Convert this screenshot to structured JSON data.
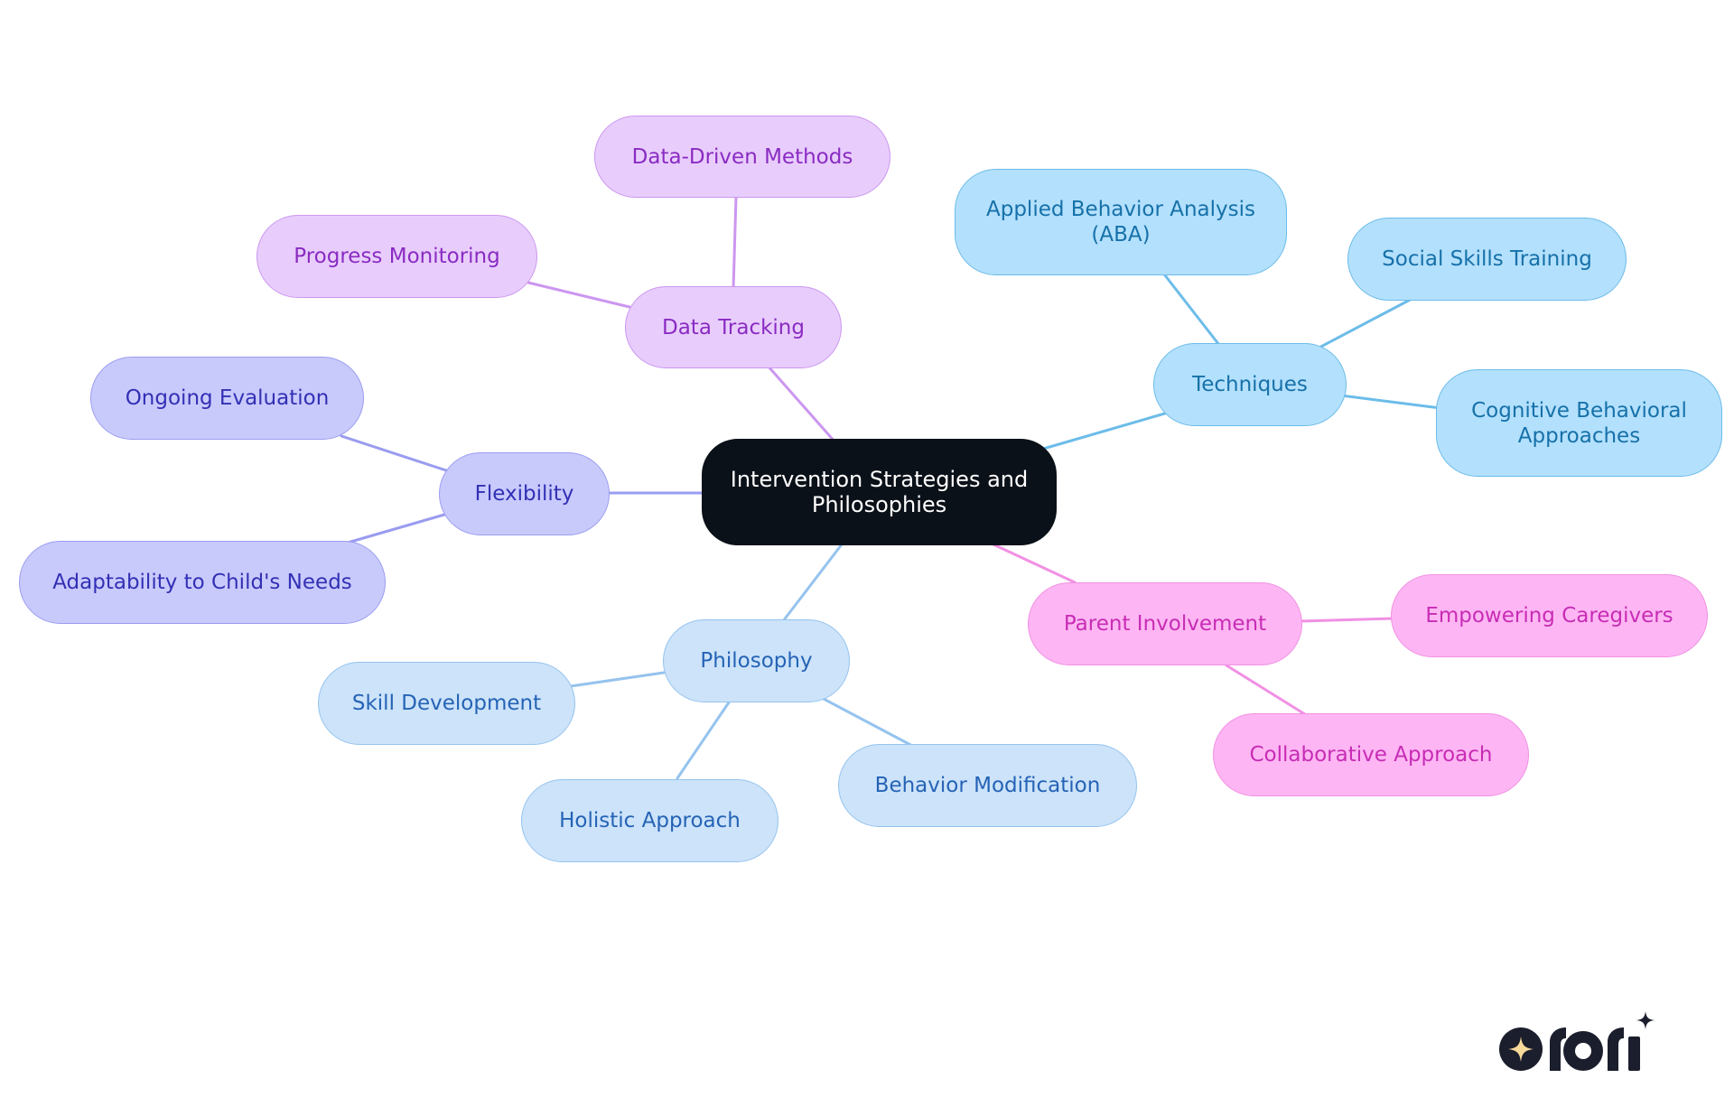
{
  "colors": {
    "root": {
      "fill": "#0b1118",
      "border": "#0b1118",
      "text": "#ffffff"
    },
    "blue": {
      "fill": "#b3e0fc",
      "border": "#6cbce9",
      "text": "#1671a9",
      "edge": "#6cbce9"
    },
    "lightblue": {
      "fill": "#cce3fa",
      "border": "#95c3ee",
      "text": "#2563b5",
      "edge": "#95c3ee"
    },
    "purple": {
      "fill": "#e8cdfc",
      "border": "#cc96f0",
      "text": "#8a2bc2",
      "edge": "#cc96f0"
    },
    "indigo": {
      "fill": "#c9cafc",
      "border": "#9a9cf0",
      "text": "#3230b4",
      "edge": "#9a9cf0"
    },
    "pink": {
      "fill": "#fdb6f3",
      "border": "#f190e3",
      "text": "#c82cb5",
      "edge": "#f190e3"
    }
  },
  "root": {
    "label": "Intervention Strategies and\nPhilosophies"
  },
  "branches": {
    "techniques": {
      "label": "Techniques",
      "children": [
        "Applied Behavior Analysis\n(ABA)",
        "Social Skills Training",
        "Cognitive Behavioral\nApproaches"
      ]
    },
    "data_tracking": {
      "label": "Data Tracking",
      "children": [
        "Data-Driven Methods",
        "Progress Monitoring"
      ]
    },
    "flexibility": {
      "label": "Flexibility",
      "children": [
        "Ongoing Evaluation",
        "Adaptability to Child's Needs"
      ]
    },
    "philosophy": {
      "label": "Philosophy",
      "children": [
        "Skill Development",
        "Holistic Approach",
        "Behavior Modification"
      ]
    },
    "parent_involvement": {
      "label": "Parent Involvement",
      "children": [
        "Empowering Caregivers",
        "Collaborative Approach"
      ]
    }
  },
  "logo": {
    "text": "rori",
    "icon": "sparkle-icon",
    "star_color": "#f7d99a",
    "mark_color": "#1b1e2c"
  }
}
